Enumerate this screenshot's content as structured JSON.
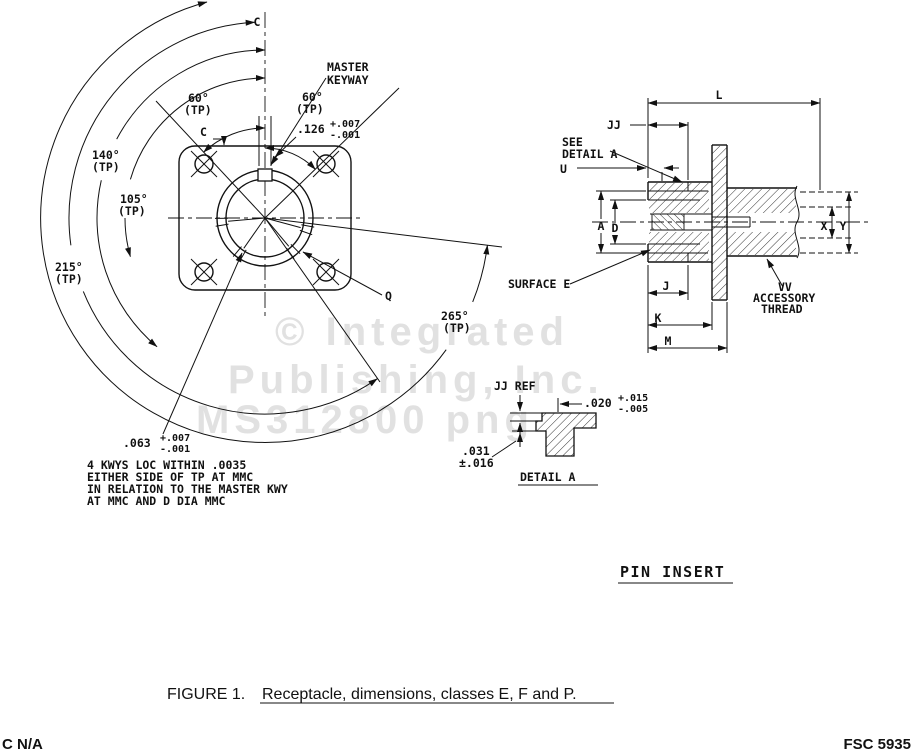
{
  "watermark": {
    "line1": "© Integrated",
    "line2": "Publishing, Inc.",
    "line3": "MS312800 png"
  },
  "front_view": {
    "datum_c_top": "C",
    "datum_c_left": "C",
    "master_keyway_line1": "MASTER",
    "master_keyway_line2": "KEYWAY",
    "tp": "(TP)",
    "angle_60_left": "60°",
    "angle_60_right": "60°",
    "angle_140": "140°",
    "angle_105": "105°",
    "angle_215": "215°",
    "angle_265": "265°",
    "dim_126": ".126",
    "dim_126_plus": "+.007",
    "dim_126_minus": "-.001",
    "dim_063": ".063",
    "dim_063_plus": "+.007",
    "dim_063_minus": "-.001",
    "q_label": "Q",
    "note_line1": "4 KWYS LOC WITHIN .0035",
    "note_line2": "EITHER SIDE OF TP AT MMC",
    "note_line3": "IN RELATION TO THE MASTER KWY",
    "note_line4": "AT MMC AND D DIA MMC"
  },
  "section_view": {
    "dim_l": "L",
    "dim_jj": "JJ",
    "see_detail_line1": "SEE",
    "see_detail_line2": "DETAIL A",
    "dim_u": "U",
    "dim_a": "A",
    "dim_d": "D",
    "surface_e": "SURFACE E",
    "dim_j": "J",
    "dim_k": "K",
    "dim_m": "M",
    "dim_x": "X",
    "dim_y": "Y",
    "vv_line1": "VV",
    "vv_line2": "ACCESSORY",
    "vv_line3": "THREAD"
  },
  "detail_a": {
    "jj_ref": "JJ REF",
    "dim_020": ".020",
    "dim_020_plus": "+.015",
    "dim_020_minus": "-.005",
    "dim_031": ".031",
    "dim_031_tol": "±.016",
    "title": "DETAIL A"
  },
  "pin_insert_label": "PIN INSERT",
  "caption": {
    "prefix": "FIGURE 1.",
    "title": "Receptacle, dimensions, classes E, F and P."
  },
  "footer": {
    "left": "C N/A",
    "right": "FSC 5935"
  }
}
